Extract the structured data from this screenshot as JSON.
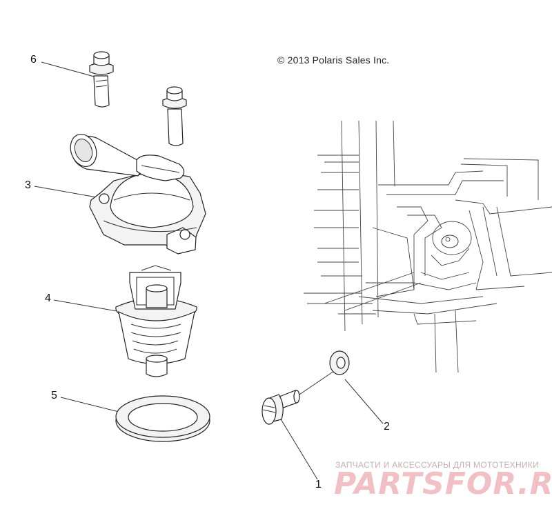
{
  "copyright": "© 2013 Polaris Sales Inc.",
  "callouts": {
    "c1": "1",
    "c2": "2",
    "c3": "3",
    "c4": "4",
    "c5": "5",
    "c6": "6"
  },
  "watermark": {
    "subtitle": "ЗАПЧАСТИ И АКСЕССУАРЫ ДЛЯ МОТОТЕХНИКИ",
    "logo": "PARTSFOR.RU"
  },
  "colors": {
    "line": "#222222",
    "watermark": "#f0c0c4"
  }
}
